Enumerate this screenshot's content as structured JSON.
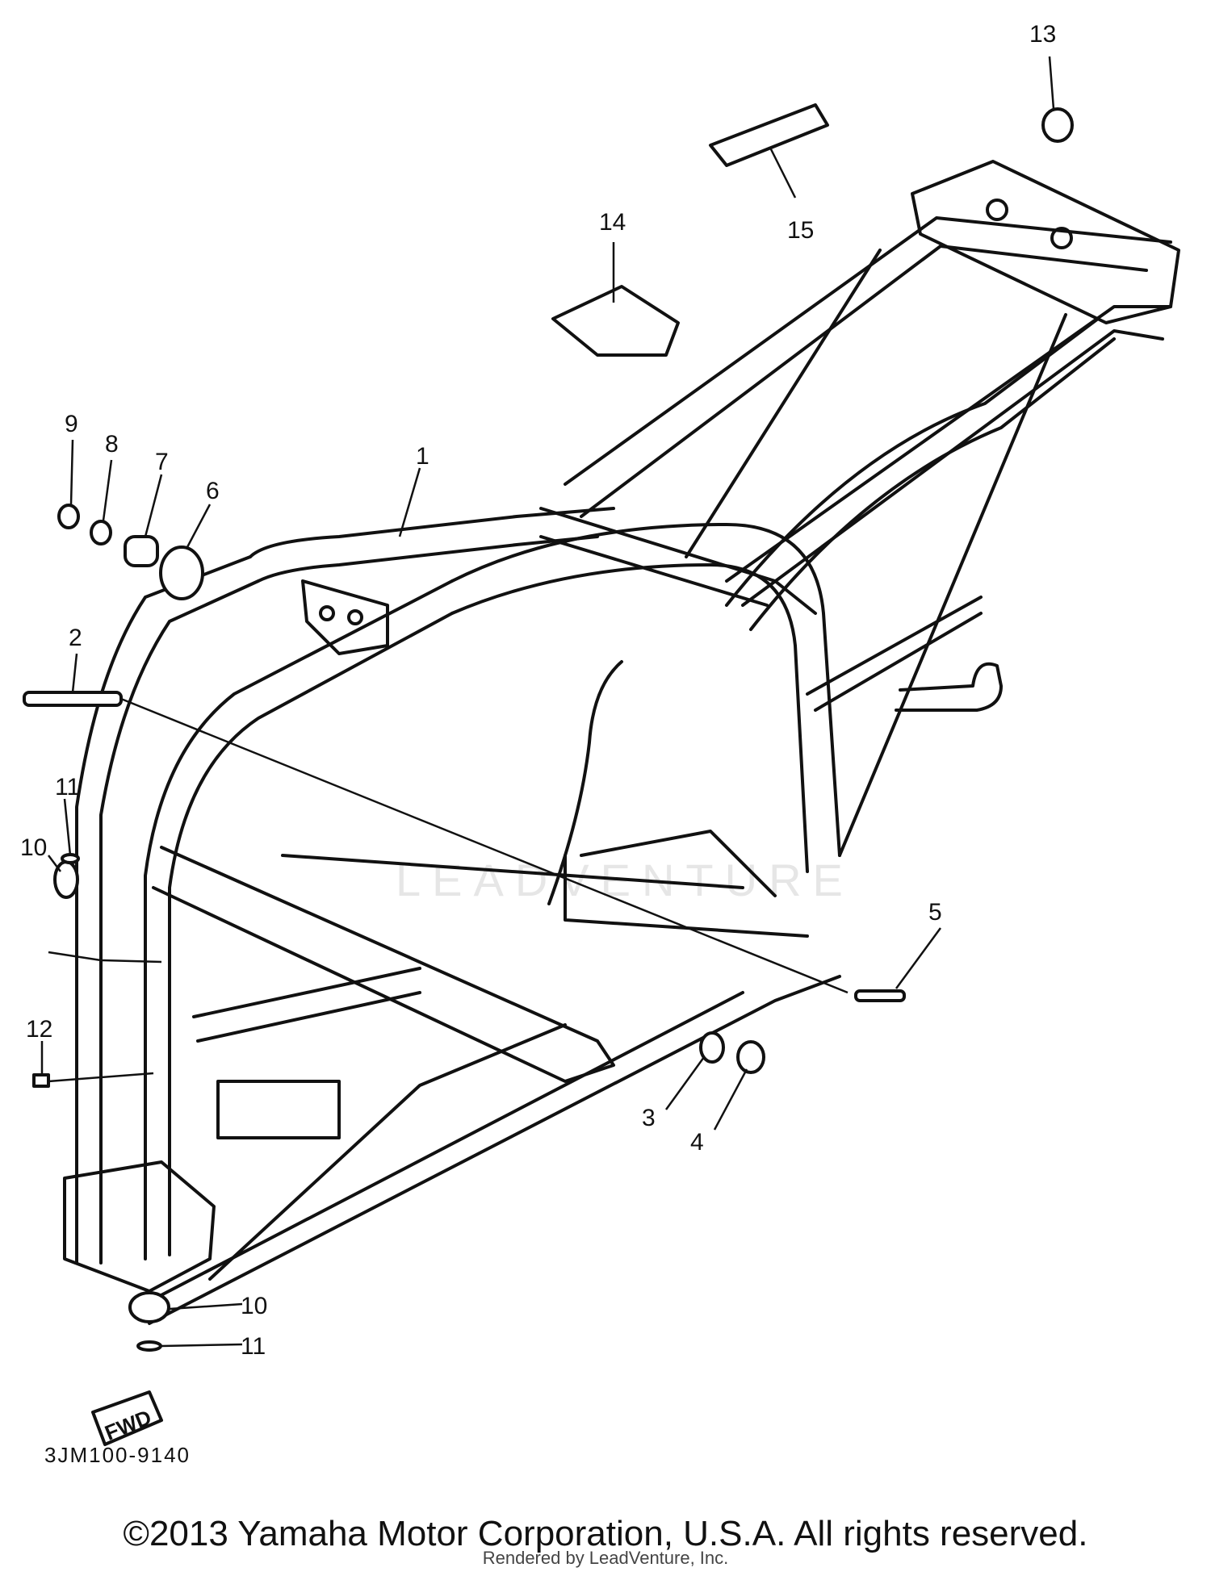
{
  "diagram": {
    "callouts": {
      "c1": "1",
      "c2": "2",
      "c3": "3",
      "c4": "4",
      "c5": "5",
      "c6": "6",
      "c7": "7",
      "c8": "8",
      "c9": "9",
      "c10a": "10",
      "c10b": "10",
      "c11a": "11",
      "c11b": "11",
      "c12": "12",
      "c13": "13",
      "c14": "14",
      "c15": "15"
    },
    "fwd_label": "FWD",
    "diagram_code": "3JM100-9140",
    "watermark": "LEADVENTURE"
  },
  "footer": {
    "copyright": "©2013 Yamaha Motor Corporation, U.S.A. All rights reserved.",
    "rendered_by": "Rendered by LeadVenture, Inc."
  }
}
